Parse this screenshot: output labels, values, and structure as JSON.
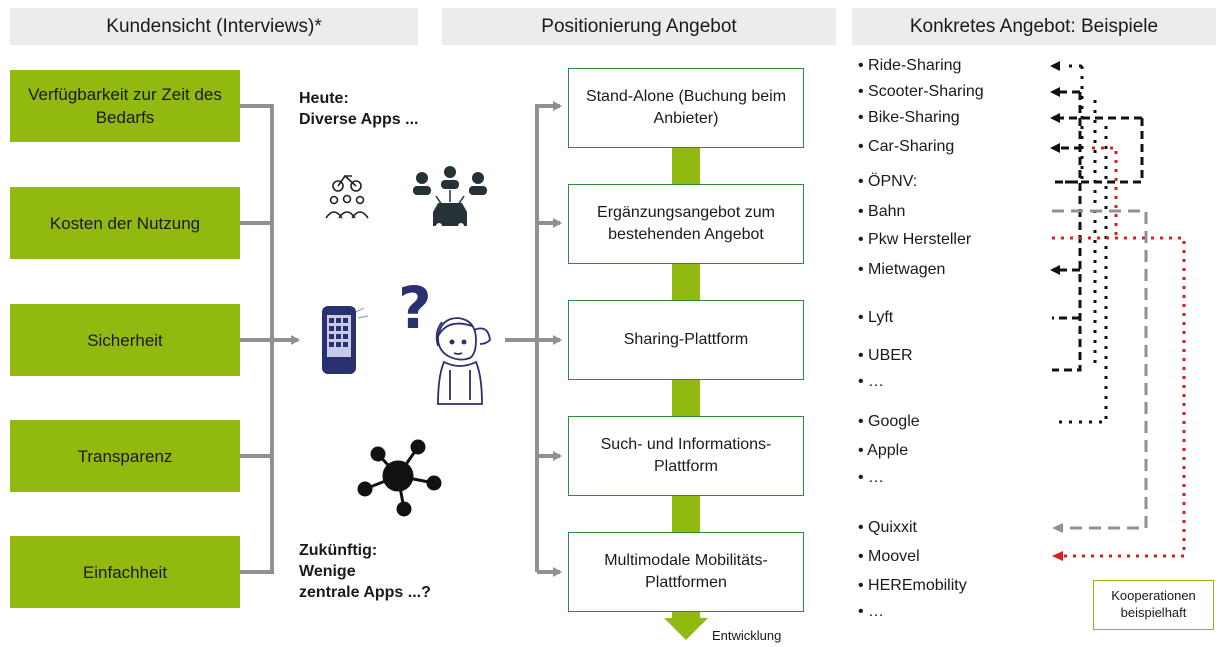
{
  "headers": {
    "left": "Kundensicht (Interviews)*",
    "middle": "Positionierung Angebot",
    "right": "Konkretes Angebot: Beispiele"
  },
  "criteria": [
    "Verfügbarkeit zur Zeit des Bedarfs",
    "Kosten der Nutzung",
    "Sicherheit",
    "Transparenz",
    "Einfachheit"
  ],
  "today_label": [
    "Heute:",
    "Diverse Apps ..."
  ],
  "future_label": [
    "Zukünftig:",
    "Wenige",
    "zentrale Apps ...?"
  ],
  "positioning": [
    "Stand-Alone (Buchung beim Anbieter)",
    "Ergänzungsangebot zum bestehenden Angebot",
    "Sharing-Plattform",
    "Such- und Informations-Plattform",
    "Multimodale Mobilitäts-Plattformen"
  ],
  "development_label": "Entwicklung",
  "offers": [
    "• Ride-Sharing",
    "• Scooter-Sharing",
    "• Bike-Sharing",
    "• Car-Sharing",
    "• ÖPNV:",
    "• Bahn",
    "• Pkw Hersteller",
    "• Mietwagen",
    "• Lyft",
    "• UBER",
    "• …",
    "• Google",
    "• Apple",
    "• …",
    "• Quixxit",
    "• Moovel",
    "• HEREmobility",
    "• …"
  ],
  "cooperation_label": "Kooperationen beispielhaft",
  "colors": {
    "green": "#92b90f",
    "dark_green": "#2e8b3a",
    "gray": "#909090",
    "red": "#d42020",
    "navy": "#2a3170"
  },
  "icons": [
    "bike-sharing-icon",
    "car-sharing-icon",
    "smartphone-icon",
    "question-mark-icon",
    "confused-woman-icon",
    "network-hub-icon"
  ]
}
